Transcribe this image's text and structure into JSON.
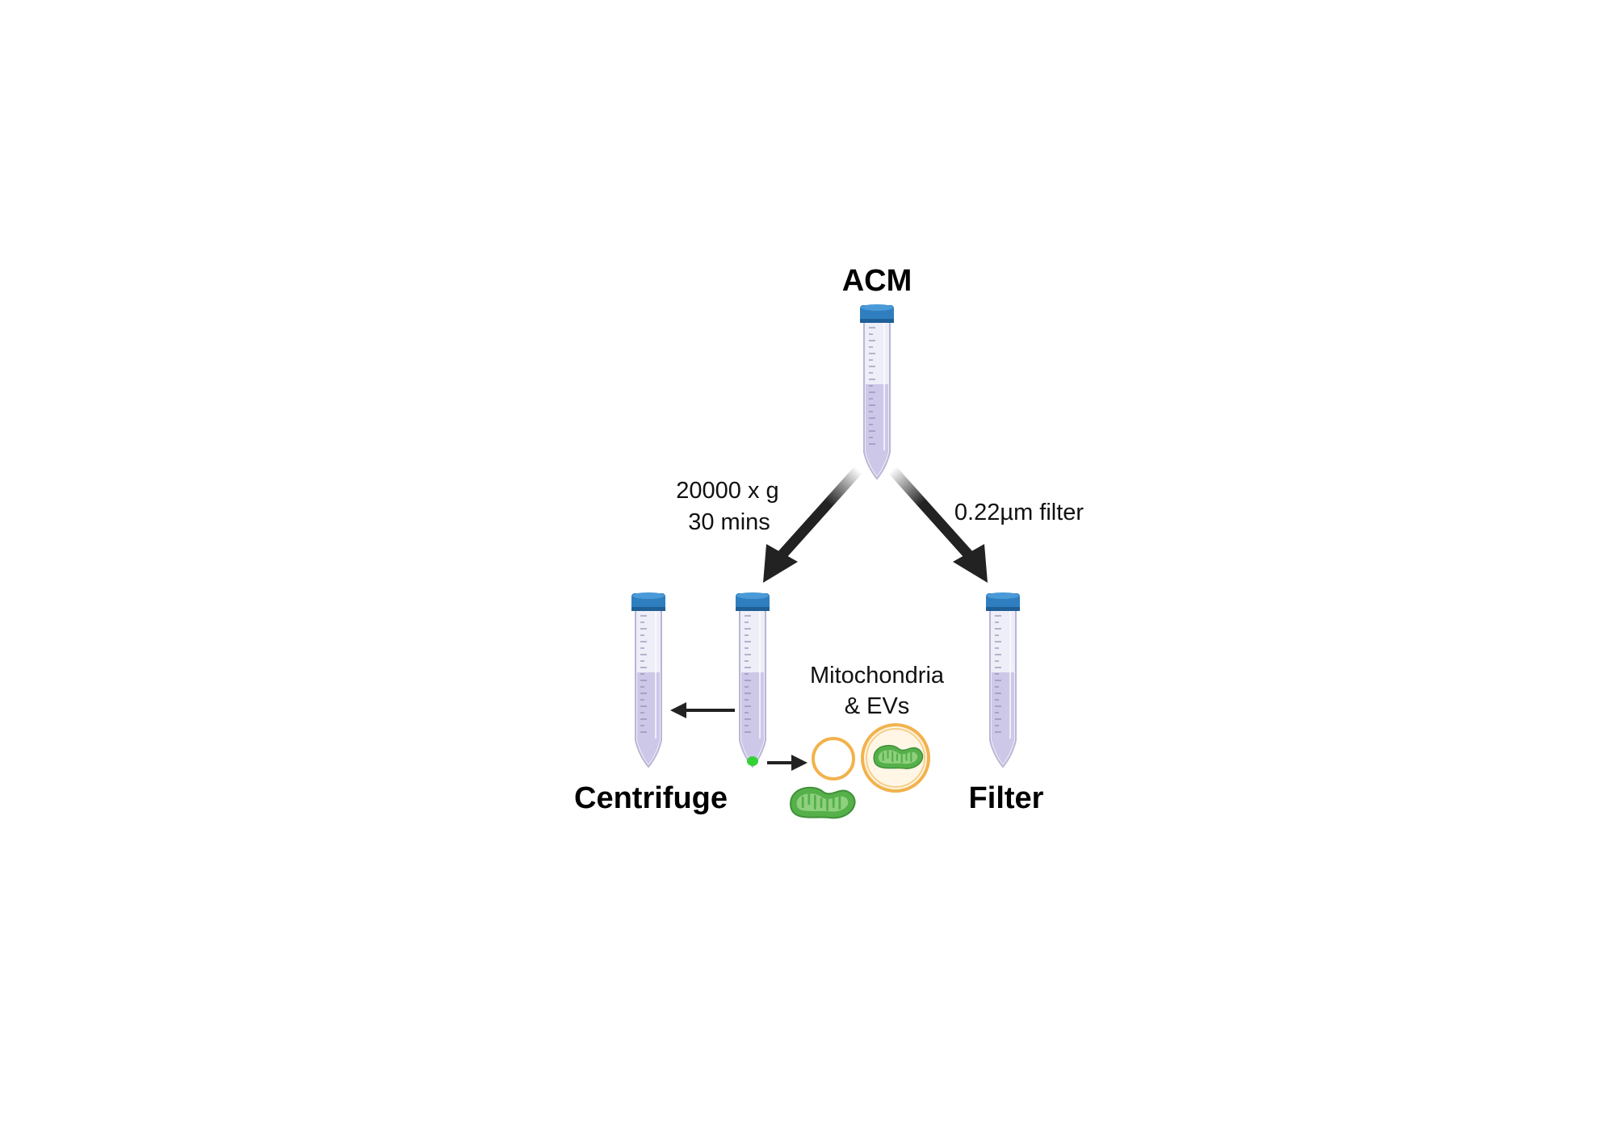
{
  "title": "ACM",
  "centrifuge": {
    "condition_line1": "20000 x g",
    "condition_line2": "30 mins",
    "label": "Centrifuge"
  },
  "filter": {
    "condition": "0.22µm filter",
    "label": "Filter"
  },
  "pellet": {
    "line1": "Mitochondria",
    "line2": "& EVs"
  },
  "colors": {
    "cap": "#2f7fc0",
    "cap_dark": "#1f5f96",
    "tube_liquid": "#c9c3e6",
    "tube_glass": "#eeeef8",
    "pellet": "#35d235",
    "arrow": "#222222",
    "vesicle": "#f2b24c",
    "mito_outer": "#55b04a",
    "mito_inner": "#8fd07e"
  },
  "icons": [
    "tube-icon",
    "arrow-icon",
    "vesicle-icon",
    "mitochondrion-icon"
  ]
}
